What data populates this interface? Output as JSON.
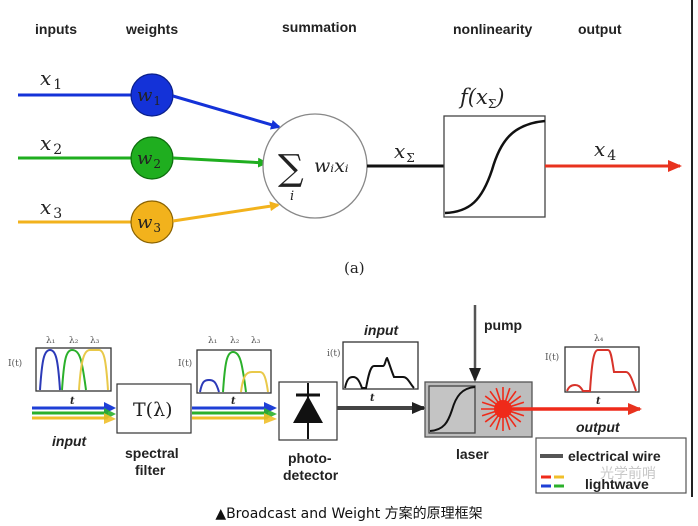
{
  "part_a": {
    "headers": {
      "inputs": "inputs",
      "weights": "weights",
      "summation": "summation",
      "nonlinearity": "nonlinearity",
      "output": "output"
    },
    "inputs": [
      {
        "var": "x",
        "sub": "1",
        "weight_var": "w",
        "weight_sub": "1",
        "color": "#1432d8"
      },
      {
        "var": "x",
        "sub": "2",
        "weight_var": "w",
        "weight_sub": "2",
        "color": "#1fae1f"
      },
      {
        "var": "x",
        "sub": "3",
        "weight_var": "w",
        "weight_sub": "3",
        "color": "#f2b21c"
      }
    ],
    "summation": {
      "symbol": "∑",
      "index": "i",
      "term": "wᵢxᵢ"
    },
    "sum_output": {
      "var": "x",
      "sub": "Σ"
    },
    "nonlinearity_label": "f(x",
    "nonlinearity_sub": "Σ",
    "nonlinearity_close": ")",
    "output": {
      "var": "x",
      "sub": "4",
      "color": "#e8321e"
    },
    "panel_label": "(a)"
  },
  "part_b": {
    "input_plot": {
      "y_label": "I(t)",
      "x_label": "t",
      "peaks": [
        "λ₁",
        "λ₂",
        "λ₃"
      ]
    },
    "filtered_plot": {
      "y_label": "I(t)",
      "x_label": "t",
      "peaks": [
        "λ₁",
        "λ₂",
        "λ₃"
      ]
    },
    "input_label": "input",
    "filter": {
      "symbol": "T(λ)",
      "label_line1": "spectral",
      "label_line2": "filter"
    },
    "current_plot": {
      "title": "input",
      "y_label": "i(t)",
      "x_label": "t"
    },
    "photodetector": {
      "label_line1": "photo-",
      "label_line2": "detector"
    },
    "pump_label": "pump",
    "laser_label": "laser",
    "output_plot": {
      "y_label": "I(t)",
      "x_label": "t",
      "peak": "λ₄"
    },
    "output_label": "output",
    "legend": {
      "electrical": "electrical wire",
      "lightwave": "lightwave"
    },
    "watermark": "光学前哨",
    "colors": {
      "blue": "#1e3fd6",
      "green": "#2bb02b",
      "yellow": "#f0bf2a",
      "red": "#ef2a1a",
      "gray": "#bdbdbd"
    }
  },
  "caption": "▲Broadcast and Weight 方案的原理框架"
}
